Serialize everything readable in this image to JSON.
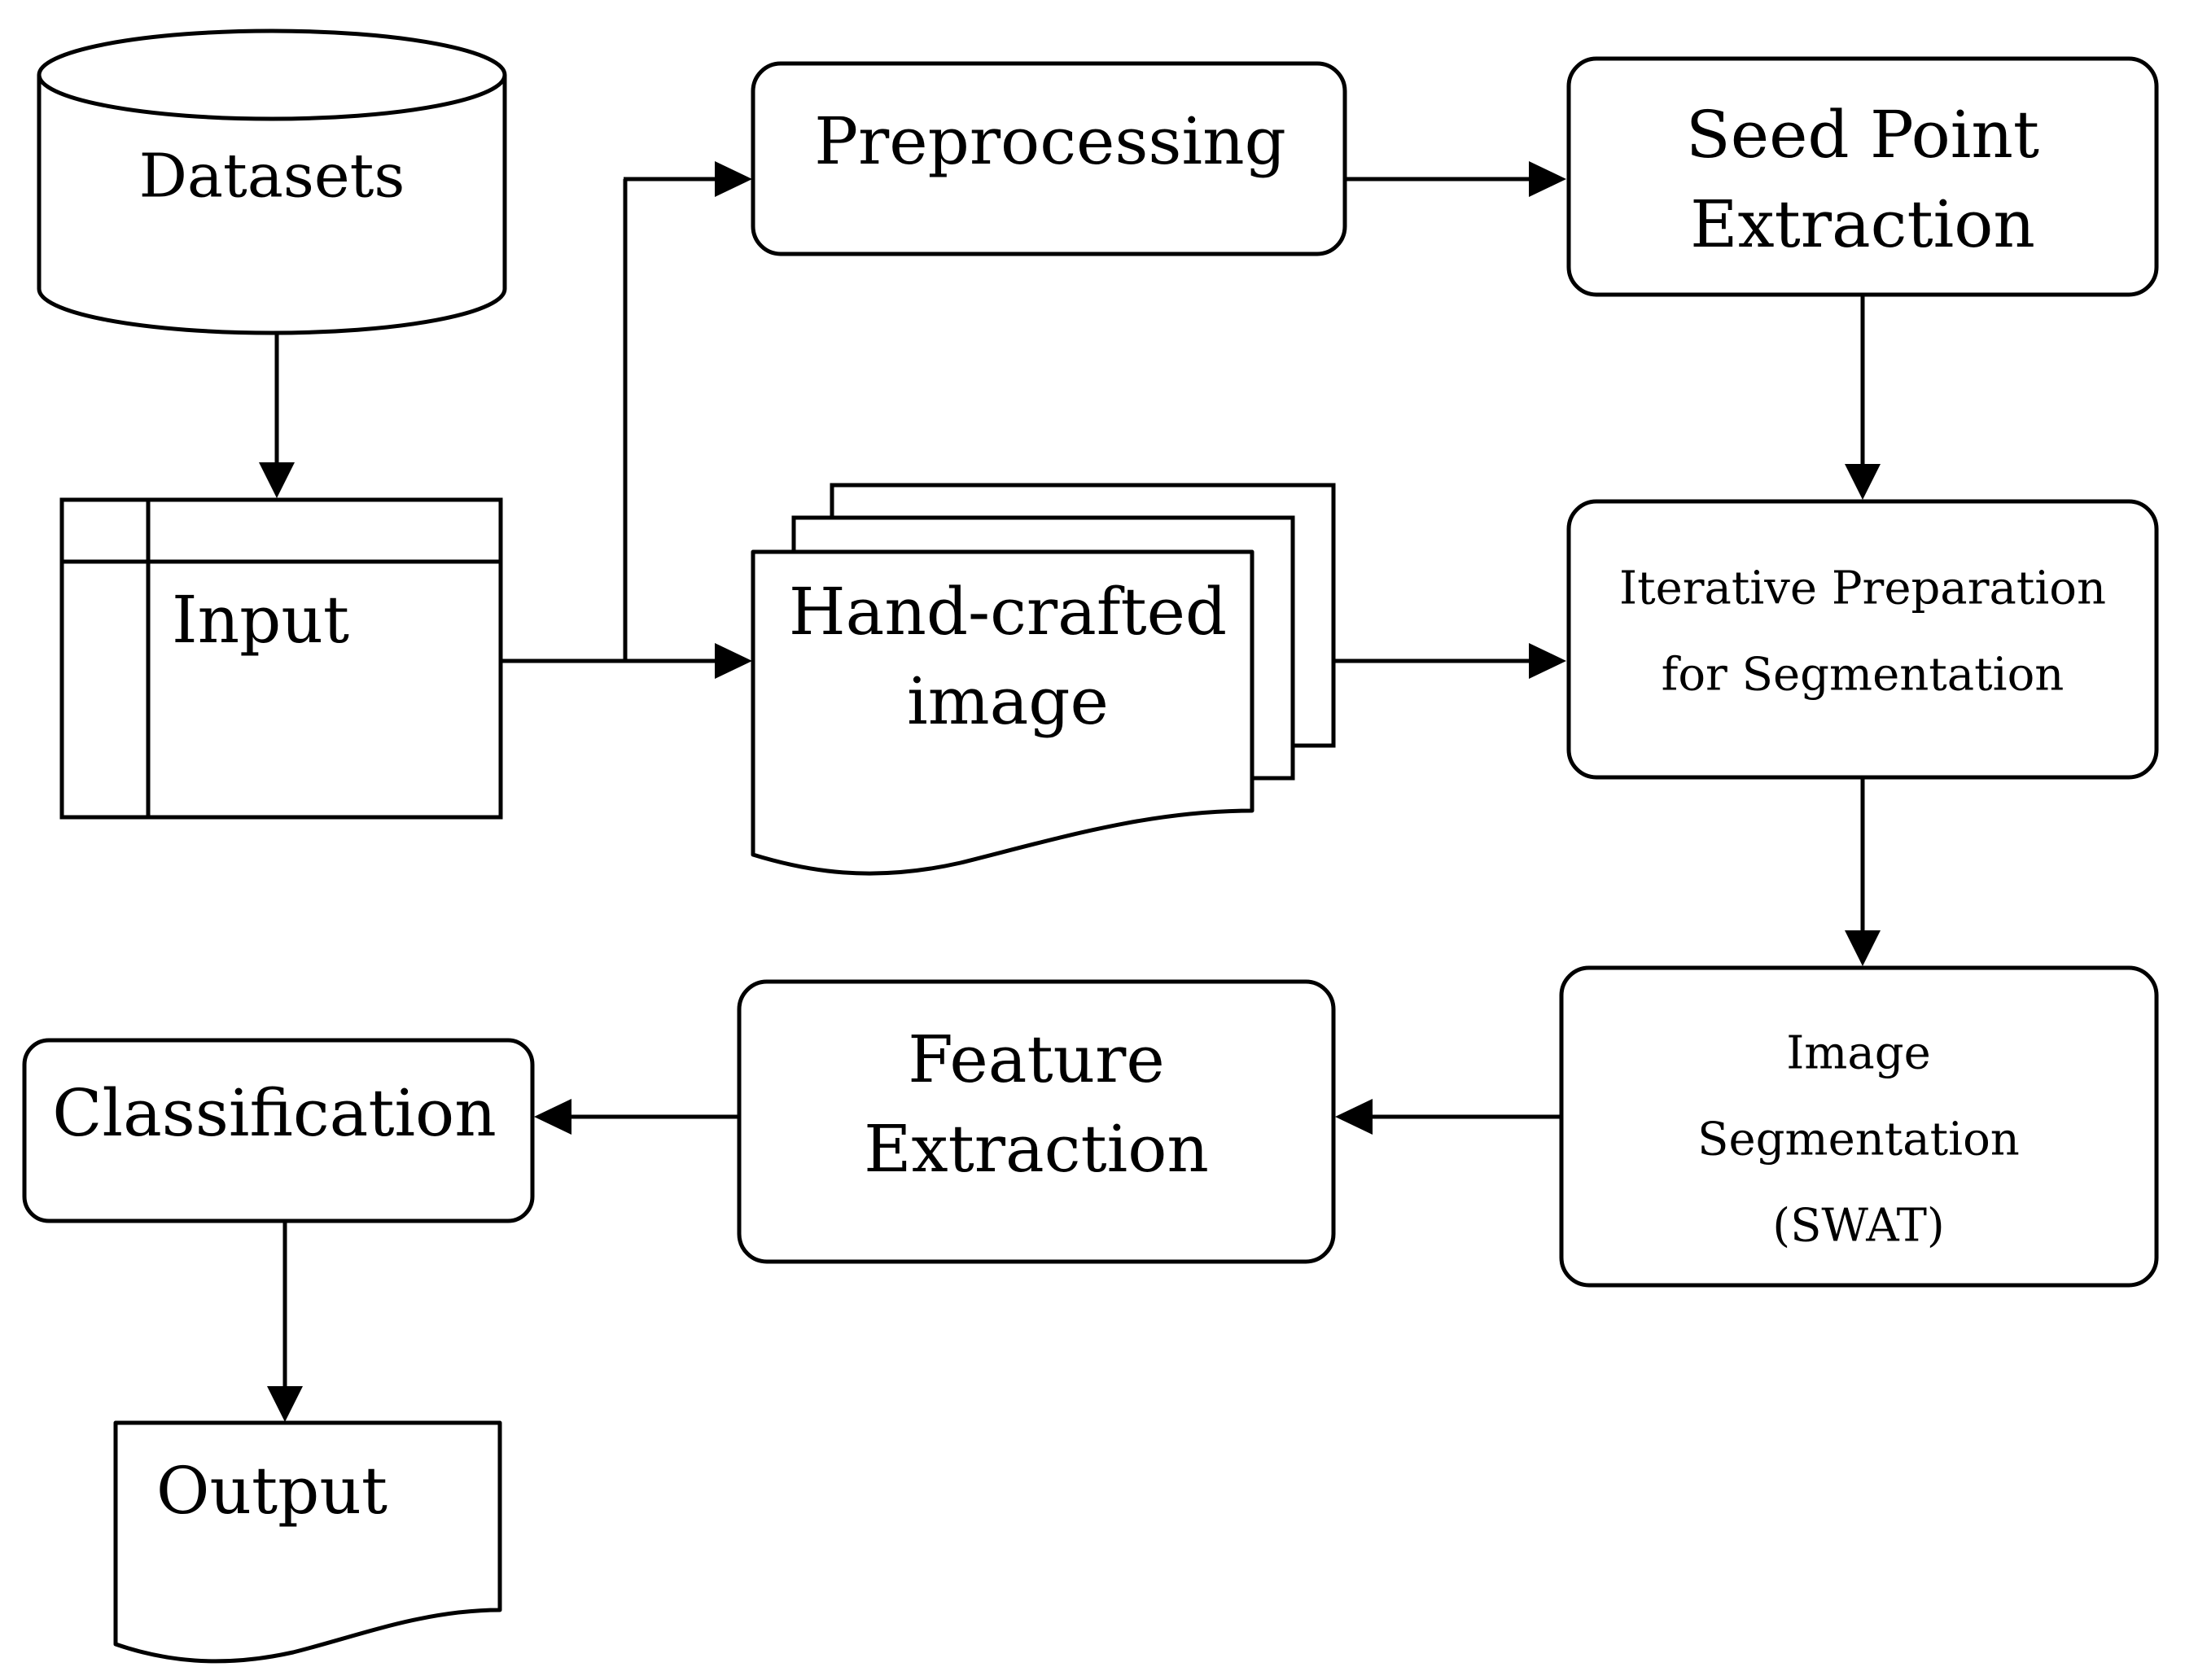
{
  "diagram": {
    "nodes": {
      "datasets": {
        "label": "Datasets"
      },
      "input": {
        "label": "Input"
      },
      "preprocessing": {
        "label": "Preprocessing"
      },
      "seed_point": {
        "line1": "Seed Point",
        "line2": "Extraction"
      },
      "handcrafted": {
        "line1": "Hand-crafted",
        "line2": "image"
      },
      "iterative": {
        "line1": "Iterative Preparation",
        "line2": "for Segmentation"
      },
      "segmentation": {
        "line1": "Image",
        "line2": "Segmentation",
        "line3": "(SWAT)"
      },
      "feature": {
        "line1": "Feature",
        "line2": "Extraction"
      },
      "classification": {
        "label": "Classification"
      },
      "output": {
        "label": "Output"
      }
    },
    "edges": [
      {
        "from": "Datasets",
        "to": "Input"
      },
      {
        "from": "Input",
        "to": "Preprocessing"
      },
      {
        "from": "Input",
        "to": "Hand-crafted image"
      },
      {
        "from": "Preprocessing",
        "to": "Seed Point Extraction"
      },
      {
        "from": "Seed Point Extraction",
        "to": "Iterative Preparation for Segmentation"
      },
      {
        "from": "Hand-crafted image",
        "to": "Iterative Preparation for Segmentation"
      },
      {
        "from": "Iterative Preparation for Segmentation",
        "to": "Image Segmentation (SWAT)"
      },
      {
        "from": "Image Segmentation (SWAT)",
        "to": "Feature Extraction"
      },
      {
        "from": "Feature Extraction",
        "to": "Classification"
      },
      {
        "from": "Classification",
        "to": "Output"
      }
    ]
  }
}
